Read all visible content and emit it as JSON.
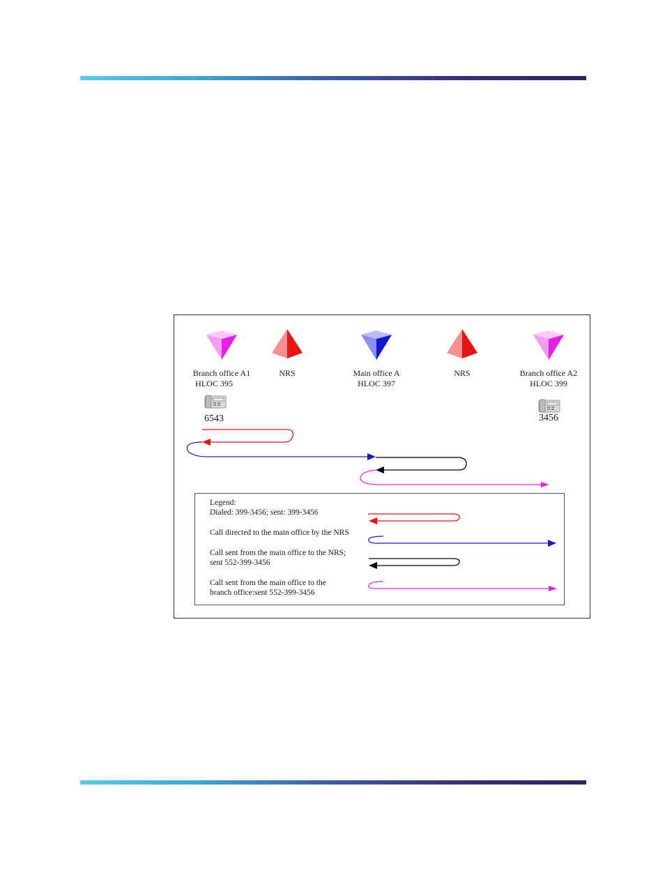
{
  "nodes": {
    "branch_a1": {
      "name": "Branch office A1",
      "hloc": "HLOC 395",
      "color": "#ee44ee"
    },
    "nrs_left": {
      "name": "NRS",
      "color": "#ee2222"
    },
    "main_a": {
      "name": "Main office A",
      "hloc": "HLOC 397",
      "color": "#2222dd"
    },
    "nrs_right": {
      "name": "NRS",
      "color": "#ee2222"
    },
    "branch_a2": {
      "name": "Branch office A2",
      "hloc": "HLOC 399",
      "color": "#ee44ee"
    }
  },
  "phones": {
    "left_ext": "6543",
    "right_ext": "3456",
    "icon": "telephone-icon"
  },
  "legend": {
    "title": "Legend:",
    "items": [
      {
        "text": "Dialed: 399-3456; sent: 399-3456",
        "color": "#ee1111"
      },
      {
        "text": "Call directed to the main office by the NRS",
        "color": "#1a1acc"
      },
      {
        "text_line1": "Call sent from the main office to the NRS;",
        "text_line2": "sent 552-399-3456",
        "color": "#000000"
      },
      {
        "text_line1": "Call sent from the main office to the",
        "text_line2": "branch office:sent 552-399-3456",
        "color": "#ee22dd"
      }
    ]
  }
}
